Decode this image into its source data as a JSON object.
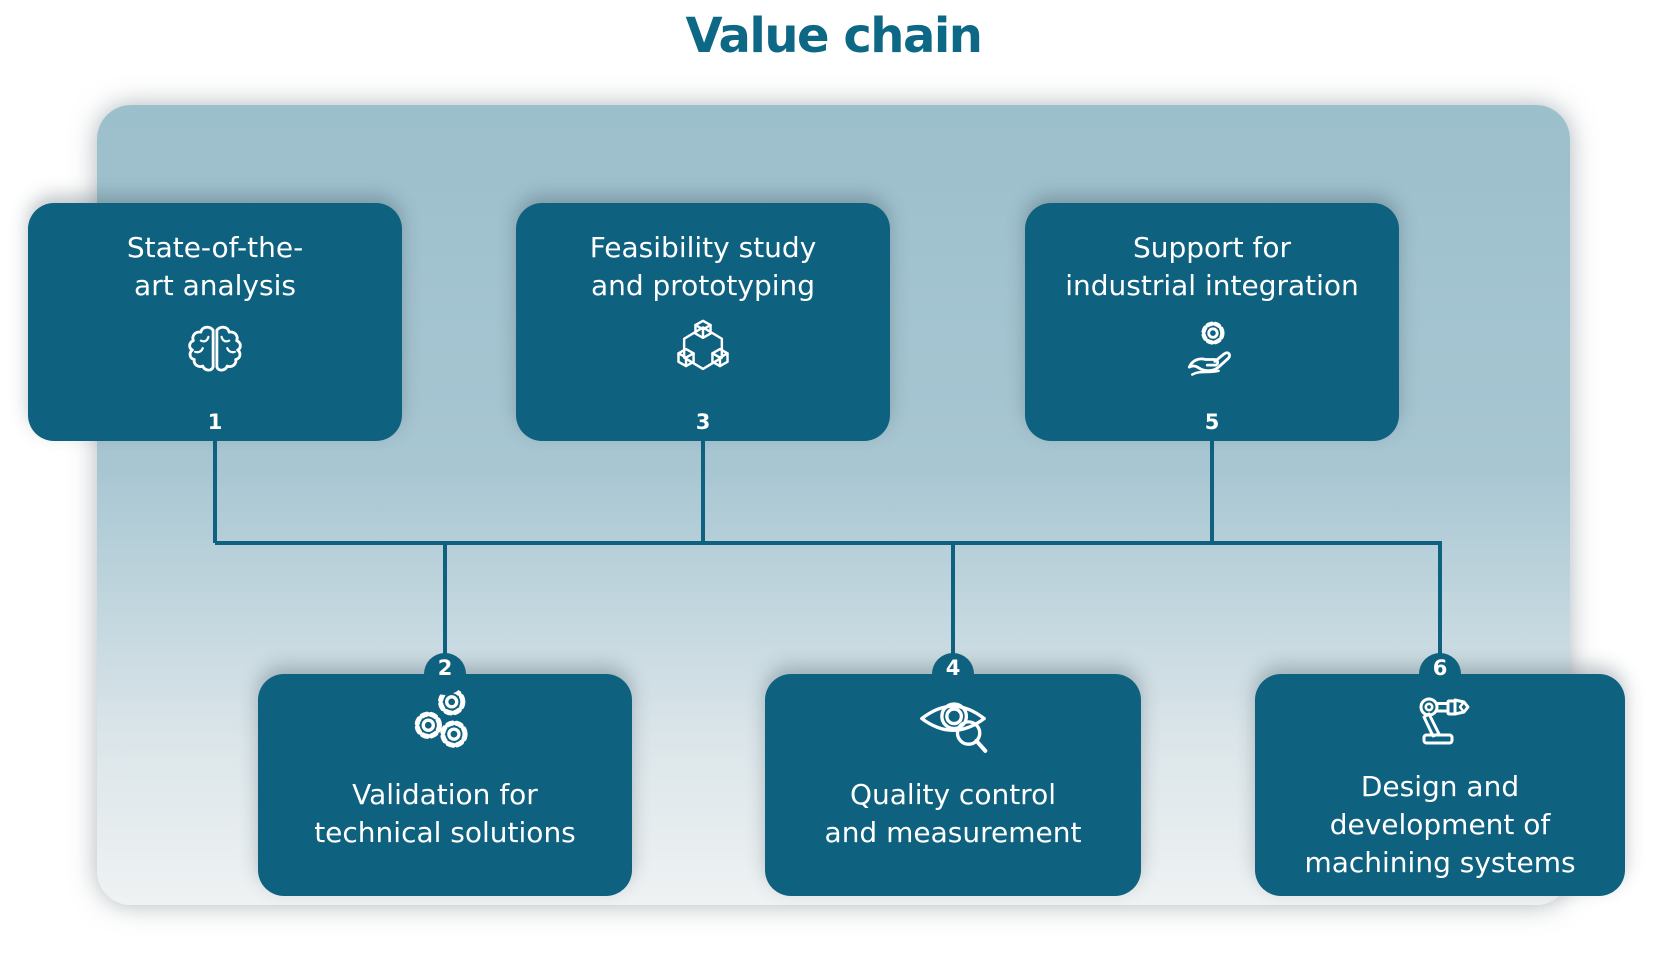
{
  "title": "Value chain",
  "colors": {
    "card": "#0e617f",
    "line": "#0e617f",
    "title": "#0d6885",
    "bg_top": "#9cbfcc",
    "bg_mid": "#a7c6d2",
    "bg_low": "#dce6ea",
    "bg_bottom": "#eff2f3",
    "text": "#ffffff",
    "shadow": "#000000"
  },
  "boxes": [
    {
      "number": "1",
      "label": "State-of-the-\nart analysis",
      "icon": "brain-icon",
      "row": "top"
    },
    {
      "number": "2",
      "label": "Validation for\ntechnical solutions",
      "icon": "gears-icon",
      "row": "bottom"
    },
    {
      "number": "3",
      "label": "Feasibility study\nand prototyping",
      "icon": "cubes-icon",
      "row": "top"
    },
    {
      "number": "4",
      "label": "Quality control\nand measurement",
      "icon": "eye-magnifier-icon",
      "row": "bottom"
    },
    {
      "number": "5",
      "label": "Support for\nindustrial integration",
      "icon": "gear-hand-icon",
      "row": "top"
    },
    {
      "number": "6",
      "label": "Design and\ndevelopment of\nmachining systems",
      "icon": "robot-arm-icon",
      "row": "bottom"
    }
  ]
}
